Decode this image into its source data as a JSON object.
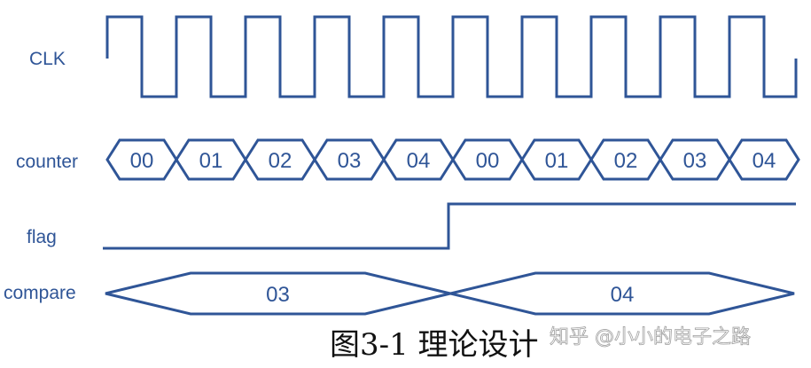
{
  "signals": {
    "clk": {
      "label": "CLK"
    },
    "counter": {
      "label": "counter",
      "values": [
        "00",
        "01",
        "02",
        "03",
        "04",
        "00",
        "01",
        "02",
        "03",
        "04"
      ]
    },
    "flag": {
      "label": "flag"
    },
    "compare": {
      "label": "compare",
      "values": [
        "03",
        "04"
      ]
    }
  },
  "caption": "图3-1 理论设计",
  "watermark": "知乎 @小小的电子之路",
  "colors": {
    "waveform": "#2f5597",
    "caption": "#111111"
  }
}
